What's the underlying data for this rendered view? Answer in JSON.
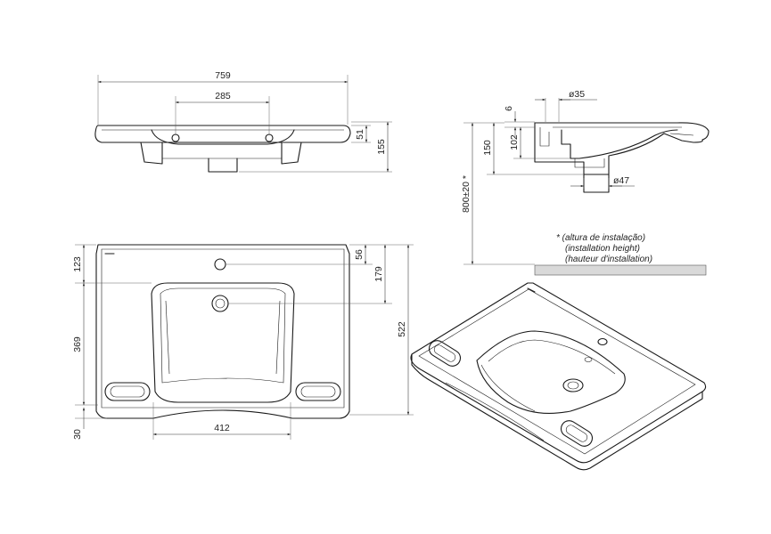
{
  "dimensions": {
    "top_width": "759",
    "top_tap_spacing": "285",
    "top_rim_height": "51",
    "top_total_height": "155",
    "plan_back_offset": "123",
    "plan_middle": "369",
    "plan_front": "30",
    "plan_tap_hole": "56",
    "plan_drain": "179",
    "plan_depth": "522",
    "plan_bowl_width": "412",
    "section_rim": "6",
    "section_tap_hole": "ø35",
    "section_bowl_depth": "102",
    "section_total_height": "150",
    "section_drain": "ø47",
    "installation_height": "800±20 *"
  },
  "notes": {
    "line_pt": "* (altura de instalação)",
    "line_en": "(installation height)",
    "line_fr": "(hauteur d'installation)"
  },
  "colors": {
    "line": "#1a1a1a",
    "floor_fill": "#d9d9d9"
  }
}
